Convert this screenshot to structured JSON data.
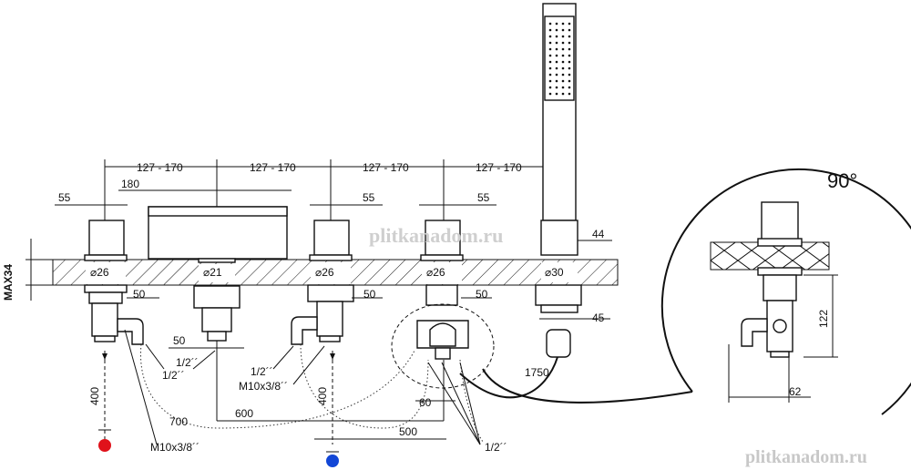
{
  "spacing": {
    "s1": "127 - 170",
    "s2": "127 - 170",
    "s3": "127 - 170",
    "s4": "127 - 170"
  },
  "widths": {
    "w55a": "55",
    "w180": "180",
    "w55b": "55",
    "w55c": "55",
    "w44": "44"
  },
  "diameters": {
    "d1": "⌀26",
    "d2": "⌀21",
    "d3": "⌀26",
    "d4": "⌀26",
    "d5": "⌀30"
  },
  "side_dims": {
    "b50a": "50",
    "b50b": "50",
    "b50c": "50",
    "b50d": "50",
    "b45": "45",
    "b60": "60"
  },
  "thickness": "MAX34",
  "pipes": {
    "p400a": "400",
    "p400b": "400",
    "p700": "700",
    "p600": "600",
    "p500": "500",
    "p1750": "1750"
  },
  "threads": {
    "t12a": "1/2´´",
    "t12b": "1/2´´",
    "t12c": "1/2´´",
    "tM10a": "M10x3/8´´",
    "t12d": "1/2´´",
    "tM10b": "M10x3/8´´"
  },
  "detail": {
    "angle": "90°",
    "h122": "122",
    "w62": "62"
  },
  "watermark": {
    "top": "plitkanadom.ru",
    "bottom": "plitkanadom.ru"
  },
  "colors": {
    "hot": "#e0121b",
    "cold": "#1246d6",
    "line": "#111111"
  }
}
